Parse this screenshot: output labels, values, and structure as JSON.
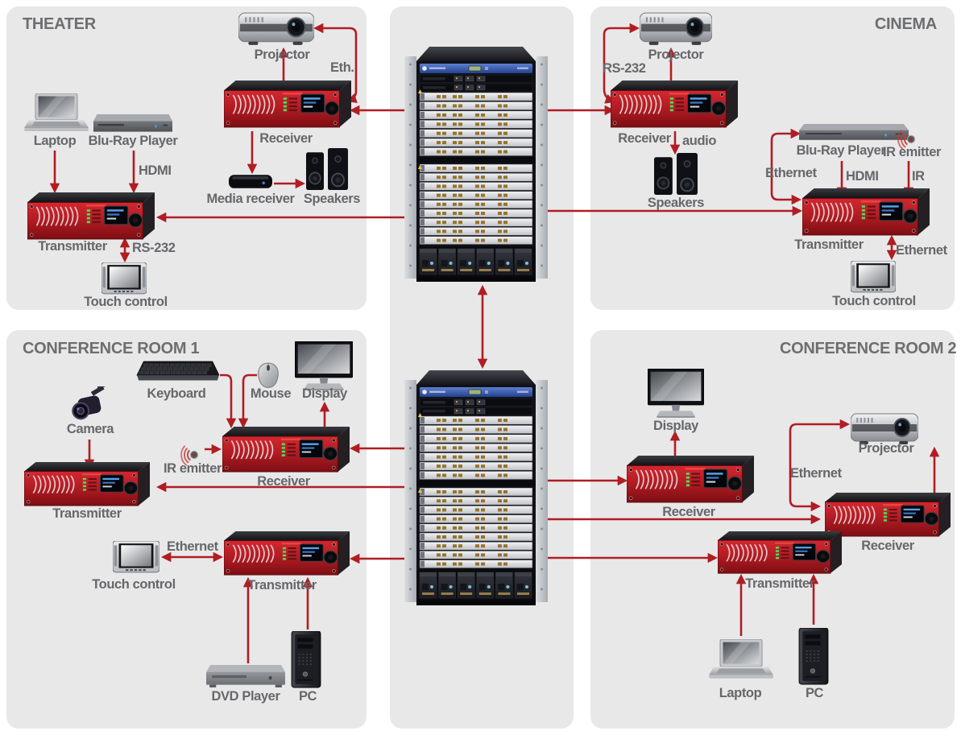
{
  "colors": {
    "page_bg": "#ffffff",
    "panel_bg": "#e8e8e9",
    "arrow": "#b01d23",
    "label_text": "#66676a",
    "header_text": "#6d6e70",
    "device_red": "#b01b22"
  },
  "rooms": {
    "theater": {
      "title": "THEATER",
      "devices": {
        "projector": "Projector",
        "receiver": "Receiver",
        "media_receiver": "Media receiver",
        "speakers": "Speakers",
        "laptop": "Laptop",
        "bluray": "Blu-Ray Player",
        "transmitter": "Transmitter",
        "touch_control": "Touch control"
      },
      "links": {
        "eth": "Eth.",
        "hdmi": "HDMI",
        "rs232": "RS-232"
      }
    },
    "cinema": {
      "title": "CINEMA",
      "devices": {
        "projector": "Projector",
        "receiver": "Receiver",
        "speakers": "Speakers",
        "bluray": "Blu-Ray Player",
        "ir_emitter": "IR emitter",
        "transmitter": "Transmitter",
        "touch_control": "Touch control"
      },
      "links": {
        "rs232": "RS-232",
        "audio": "audio",
        "ethernet": "Ethernet",
        "hdmi": "HDMI",
        "ir": "IR",
        "ethernet_touch": "Ethernet"
      }
    },
    "conference1": {
      "title": "CONFERENCE ROOM 1",
      "devices": {
        "keyboard": "Keyboard",
        "mouse": "Mouse",
        "display": "Display",
        "camera": "Camera",
        "ir_emitter": "IR emitter",
        "receiver": "Receiver",
        "transmitter1": "Transmitter",
        "touch_control": "Touch control",
        "transmitter2": "Transmitter",
        "dvd": "DVD Player",
        "pc": "PC"
      },
      "links": {
        "ethernet": "Ethernet"
      }
    },
    "conference2": {
      "title": "CONFERENCE ROOM 2",
      "devices": {
        "display": "Display",
        "receiver1": "Receiver",
        "projector": "Projector",
        "receiver2": "Receiver",
        "transmitter": "Transmitter",
        "laptop": "Laptop",
        "pc": "PC"
      },
      "links": {
        "ethernet": "Ethernet"
      }
    }
  },
  "core": {
    "icons": {
      "switch_top": "network-switch-chassis",
      "switch_bottom": "network-switch-chassis"
    }
  }
}
